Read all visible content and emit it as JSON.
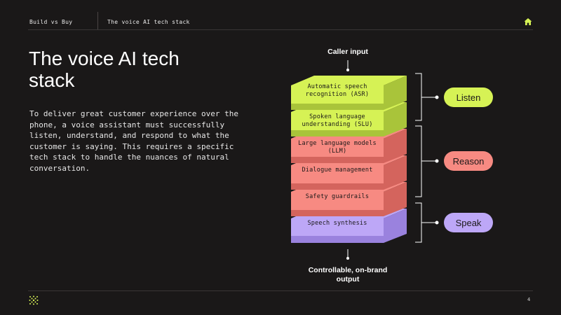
{
  "header": {
    "section": "Build vs Buy",
    "page_name": "The voice AI tech stack",
    "home_icon": "home-icon"
  },
  "main": {
    "title": "The voice AI tech stack",
    "description": "To deliver great customer experience over the phone, a voice assistant must successfully listen, understand, and respond to what the customer is saying. This requires a specific tech stack to handle the nuances of natural conversation."
  },
  "diagram": {
    "input_label": "Caller input",
    "output_label": "Controllable, on-brand output",
    "layers": [
      {
        "label": "Automatic speech recognition (ASR)",
        "group": "listen"
      },
      {
        "label": "Spoken language understanding (SLU)",
        "group": "listen"
      },
      {
        "label": "Large language models (LLM)",
        "group": "reason"
      },
      {
        "label": "Dialogue management",
        "group": "reason"
      },
      {
        "label": "Safety guardrails",
        "group": "reason"
      },
      {
        "label": "Speech synthesis",
        "group": "speak"
      }
    ],
    "groups": {
      "listen": "Listen",
      "reason": "Reason",
      "speak": "Speak"
    },
    "colors": {
      "listen_top": "#d6f255",
      "listen_side": "#a9c43a",
      "reason_top": "#f78a82",
      "reason_side": "#d4645d",
      "speak_top": "#bda7f7",
      "speak_side": "#9a82de"
    }
  },
  "footer": {
    "page_number": "4",
    "logo_icon": "dot-grid-logo-icon"
  }
}
